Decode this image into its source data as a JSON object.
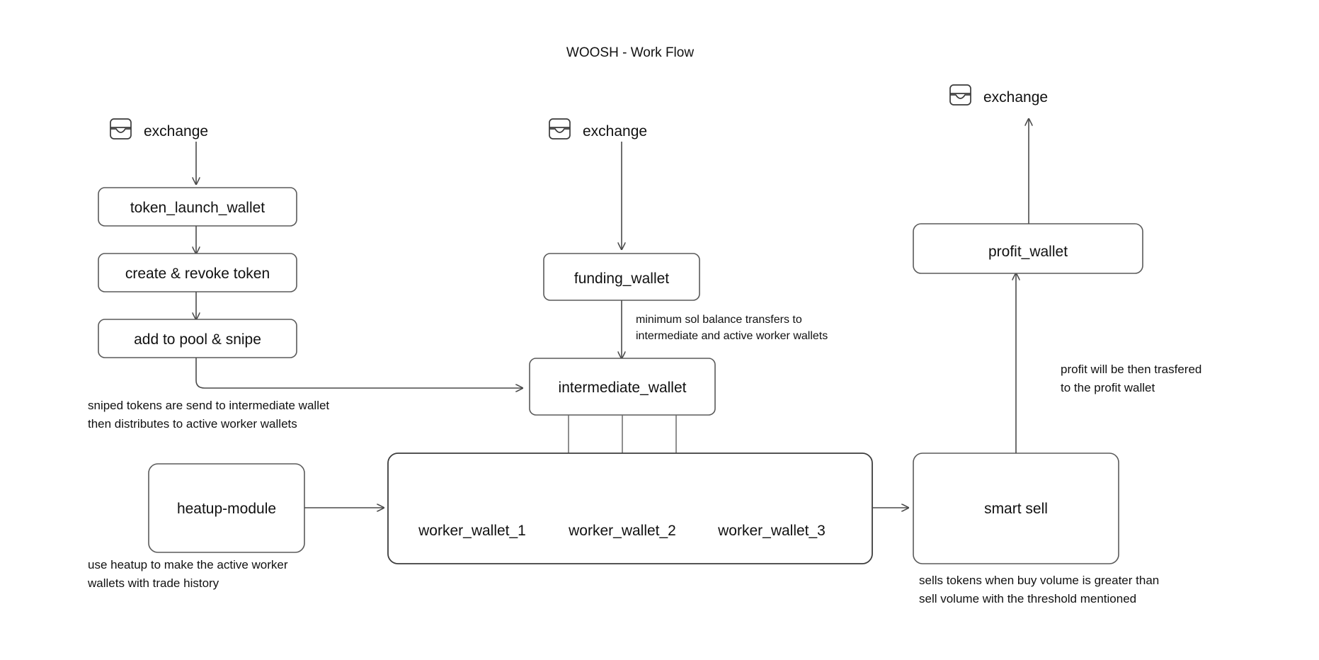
{
  "diagram": {
    "title": "WOOSH - Work Flow",
    "type": "flowchart",
    "background_color": "#ffffff",
    "stroke_color": "#4a4a4a",
    "text_color": "#111111"
  },
  "sources": [
    {
      "id": "exchange_left",
      "icon": "inbox-icon",
      "label": "exchange"
    },
    {
      "id": "exchange_mid",
      "icon": "inbox-icon",
      "label": "exchange"
    },
    {
      "id": "exchange_right",
      "icon": "inbox-icon",
      "label": "exchange"
    }
  ],
  "nodes": {
    "token_launch_wallet": {
      "label": "token_launch_wallet"
    },
    "create_revoke_token": {
      "label": "create & revoke token"
    },
    "add_to_pool_snipe": {
      "label": "add to pool & snipe"
    },
    "funding_wallet": {
      "label": "funding_wallet"
    },
    "intermediate_wallet": {
      "label": "intermediate_wallet"
    },
    "heatup_module": {
      "label": "heatup-module"
    },
    "smart_sell": {
      "label": "smart sell"
    },
    "profit_wallet": {
      "label": "profit_wallet"
    }
  },
  "worker_group": {
    "workers": [
      {
        "label": "worker_wallet_1"
      },
      {
        "label": "worker_wallet_2"
      },
      {
        "label": "worker_wallet_3"
      }
    ]
  },
  "annotations": {
    "funding_transfer": {
      "line1": "minimum sol balance transfers to",
      "line2": "intermediate and active worker wallets"
    },
    "sniped_tokens": {
      "line1": "sniped tokens are send to intermediate wallet",
      "line2": "then distributes to active worker wallets"
    },
    "heatup_note": {
      "line1": "use heatup to make the active worker",
      "line2": "wallets with trade history"
    },
    "smart_sell_note": {
      "line1": "sells tokens when buy volume is greater than",
      "line2": "sell volume with the threshold mentioned"
    },
    "profit_note": {
      "line1": "profit will be then trasfered",
      "line2": "to the profit wallet"
    }
  }
}
